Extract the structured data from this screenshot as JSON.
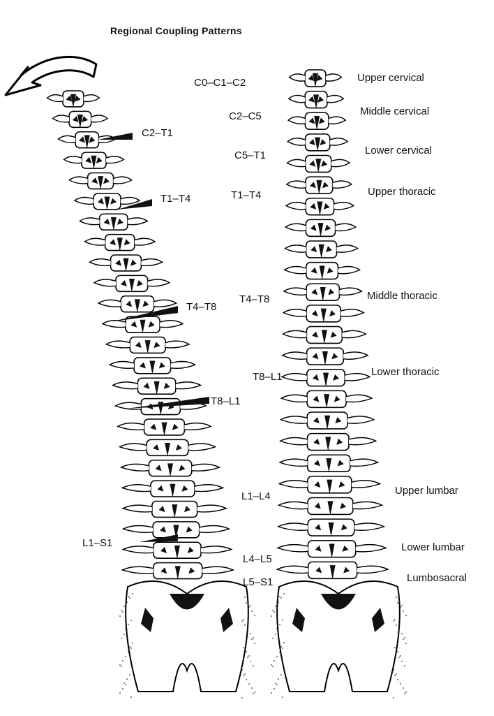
{
  "title": "Regional Coupling Patterns",
  "left_spine": {
    "labels": [
      "C2–T1",
      "T1–T4",
      "T4–T8",
      "T8–L1",
      "L1–S1"
    ]
  },
  "right_spine": {
    "segment_labels": [
      "C0–C1–C2",
      "C2–C5",
      "C5–T1",
      "T1–T4",
      "T4–T8",
      "T8–L1",
      "L1–L4",
      "L4–L5",
      "L5–S1"
    ],
    "region_labels": [
      "Upper cervical",
      "Middle cervical",
      "Lower cervical",
      "Upper thoracic",
      "Middle thoracic",
      "Lower thoracic",
      "Upper lumbar",
      "Lower lumbar",
      "Lumbosacral"
    ]
  }
}
